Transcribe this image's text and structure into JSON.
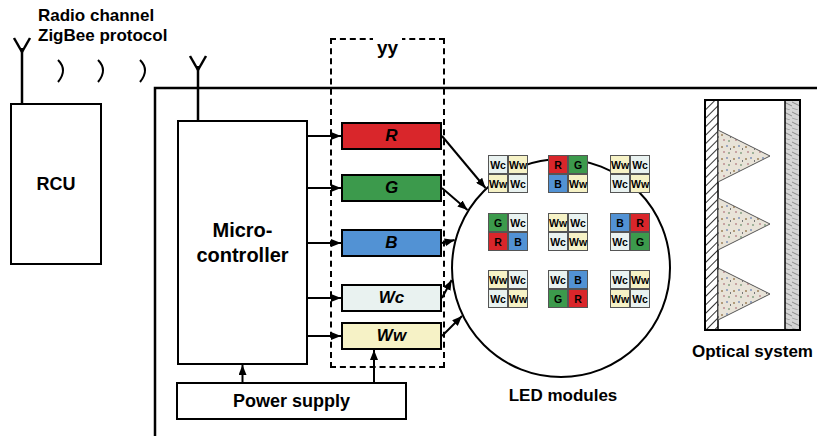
{
  "diagram": {
    "nodes": [
      {
        "text": [
          "RCU"
        ]
      },
      {
        "text": [
          "Micro- controller"
        ]
      },
      {
        "text": [
          "yy"
        ]
      },
      {
        "text": [
          "R"
        ],
        "in": 2
      },
      {
        "text": [
          "G"
        ],
        "in": 2
      },
      {
        "text": [
          "B"
        ],
        "in": 2
      },
      {
        "text": [
          "Wc"
        ],
        "in": 2
      },
      {
        "text": [
          "Ww"
        ],
        "in": 2
      },
      {
        "text": [
          "Power supply"
        ]
      },
      {
        "text": [
          "LED modules"
        ]
      },
      {
        "text": [
          "Optical system"
        ]
      }
    ],
    "edges": [
      {
        "from": 1,
        "to": 3,
        "arrow": "to"
      },
      {
        "from": 1,
        "to": 4,
        "arrow": "to"
      },
      {
        "from": 1,
        "to": 5,
        "arrow": "to"
      },
      {
        "from": 1,
        "to": 6,
        "arrow": "to"
      },
      {
        "from": 1,
        "to": 7,
        "arrow": "to"
      },
      {
        "from": 8,
        "to": 1,
        "arrow": "to"
      },
      {
        "from": 8,
        "to": 7,
        "arrow": "to"
      },
      {
        "from": 3,
        "to": 9,
        "arrow": "to"
      },
      {
        "from": 4,
        "to": 9,
        "arrow": "to"
      },
      {
        "from": 5,
        "to": 9,
        "arrow": "to"
      },
      {
        "from": 6,
        "to": 9,
        "arrow": "to"
      },
      {
        "from": 7,
        "to": 9,
        "arrow": "to"
      }
    ],
    "labels": [
      "Radio channel ZigBee protocol",
      "Wc",
      "Ww",
      "Ww",
      "Wc",
      "R",
      "G",
      "B",
      "Ww",
      "Ww",
      "Wc",
      "Wc",
      "Ww",
      "G",
      "Wc",
      "R",
      "B",
      "Ww",
      "Wc",
      "Wc",
      "Ww",
      "B",
      "R",
      "Wc",
      "G",
      "Ww",
      "Wc",
      "Wc",
      "Ww",
      "Wc",
      "B",
      "G",
      "R",
      "Wc",
      "Ww",
      "Ww",
      "Wc"
    ]
  }
}
